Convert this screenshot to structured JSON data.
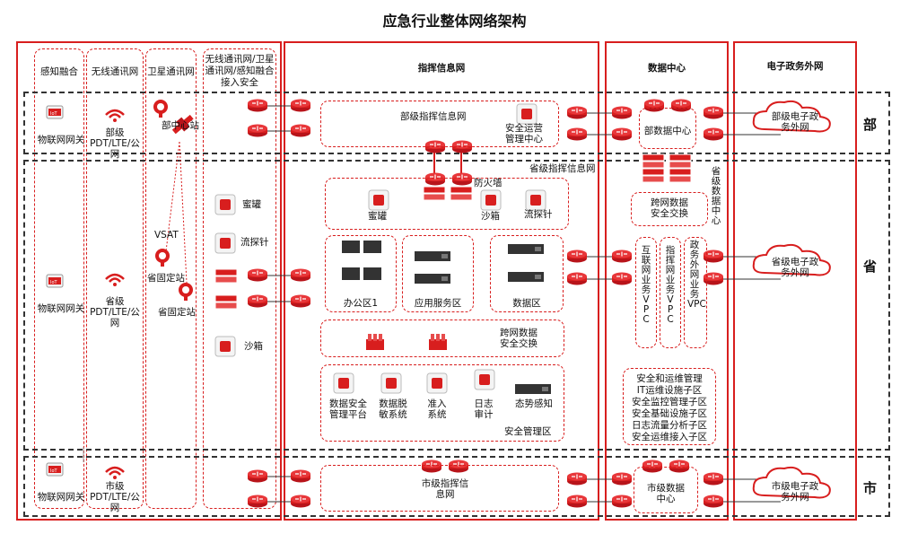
{
  "title": "应急行业整体网络架构",
  "columns": {
    "sensing": "感知融合",
    "wireless": "无线通讯网",
    "satellite": "卫星通讯网",
    "access_security": "无线通讯网/卫星通讯网/感知融合接入安全",
    "command": "指挥信息网",
    "datacenter": "数据中心",
    "egov": "电子政务外网"
  },
  "levels": {
    "ministry": "部",
    "province": "省",
    "city": "市"
  },
  "sensing": {
    "iot_ministry": "物联网网关",
    "iot_province": "物联网网关",
    "iot_city": "物联网网关"
  },
  "wireless": {
    "ministry": "部级PDT/LTE/公网",
    "province": "省级PDT/LTE/公网",
    "city": "市级PDT/LTE/公网"
  },
  "satellite": {
    "hub": "部中心站",
    "vsat": "VSAT",
    "fixed1": "省固定站",
    "fixed2": "省固定站"
  },
  "access_security": {
    "honeypot": "蜜罐",
    "probe": "流探针",
    "sandbox": "沙箱"
  },
  "command": {
    "ministry_net": "部级指挥信息网",
    "ops_center": "安全运营管理中心",
    "province_net": "省级指挥信息网",
    "firewall": "防火墙",
    "honeypot": "蜜罐",
    "sandbox": "沙箱",
    "probe": "流探针",
    "office": "办公区1",
    "app_zone": "应用服务区",
    "data_zone": "数据区",
    "cross_exchange": "跨网数据安全交换",
    "sec_items": [
      "数据安全管理平台",
      "数据脱敏系统",
      "准入系统",
      "日志审计",
      "态势感知"
    ],
    "sec_zone": "安全管理区",
    "city_net": "市级指挥信息网"
  },
  "datacenter": {
    "ministry": "部数据中心",
    "province": "省级数据中心",
    "cross_exchange": "跨网数据安全交换",
    "vpcs": [
      "互联网业务VPC",
      "指挥网业务VPC",
      "政务外网业务VPC"
    ],
    "ops_list": [
      "安全和运维管理",
      "IT运维设施子区",
      "安全监控管理子区",
      "安全基础设施子区",
      "日志流量分析子区",
      "安全运维接入子区"
    ],
    "city": "市级数据中心"
  },
  "egov": {
    "ministry": "部级电子政务外网",
    "province": "省级电子政务外网",
    "city": "市级电子政务外网"
  }
}
